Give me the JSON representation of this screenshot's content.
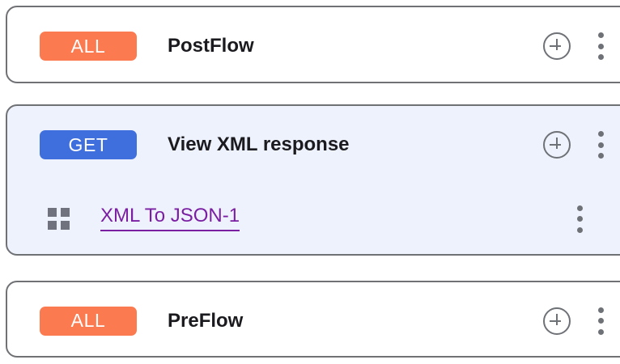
{
  "flows": [
    {
      "id": "postflow",
      "badge": {
        "label": "ALL",
        "color": "#fb7a50",
        "kind": "all"
      },
      "title": "PostFlow",
      "selected": false,
      "add_icon": "plus-circle-icon",
      "menu_icon": "kebab-menu-icon",
      "policies": []
    },
    {
      "id": "view-xml-response",
      "badge": {
        "label": "GET",
        "color": "#3f6fdc",
        "kind": "get"
      },
      "title": "View XML response",
      "selected": true,
      "add_icon": "plus-circle-icon",
      "menu_icon": "kebab-menu-icon",
      "policies": [
        {
          "name": "XML To JSON-1",
          "icon": "policy-grid-icon",
          "menu_icon": "kebab-menu-icon",
          "link_color": "#7b1fa2"
        }
      ]
    },
    {
      "id": "preflow",
      "badge": {
        "label": "ALL",
        "color": "#fb7a50",
        "kind": "all"
      },
      "title": "PreFlow",
      "selected": false,
      "add_icon": "plus-circle-icon",
      "menu_icon": "kebab-menu-icon",
      "policies": []
    }
  ],
  "theme": {
    "card_border": "#6f7175",
    "card_background": "#ffffff",
    "card_background_selected": "#eef2fd",
    "icon_color": "#6e7176",
    "title_color": "#1b1b1f"
  }
}
